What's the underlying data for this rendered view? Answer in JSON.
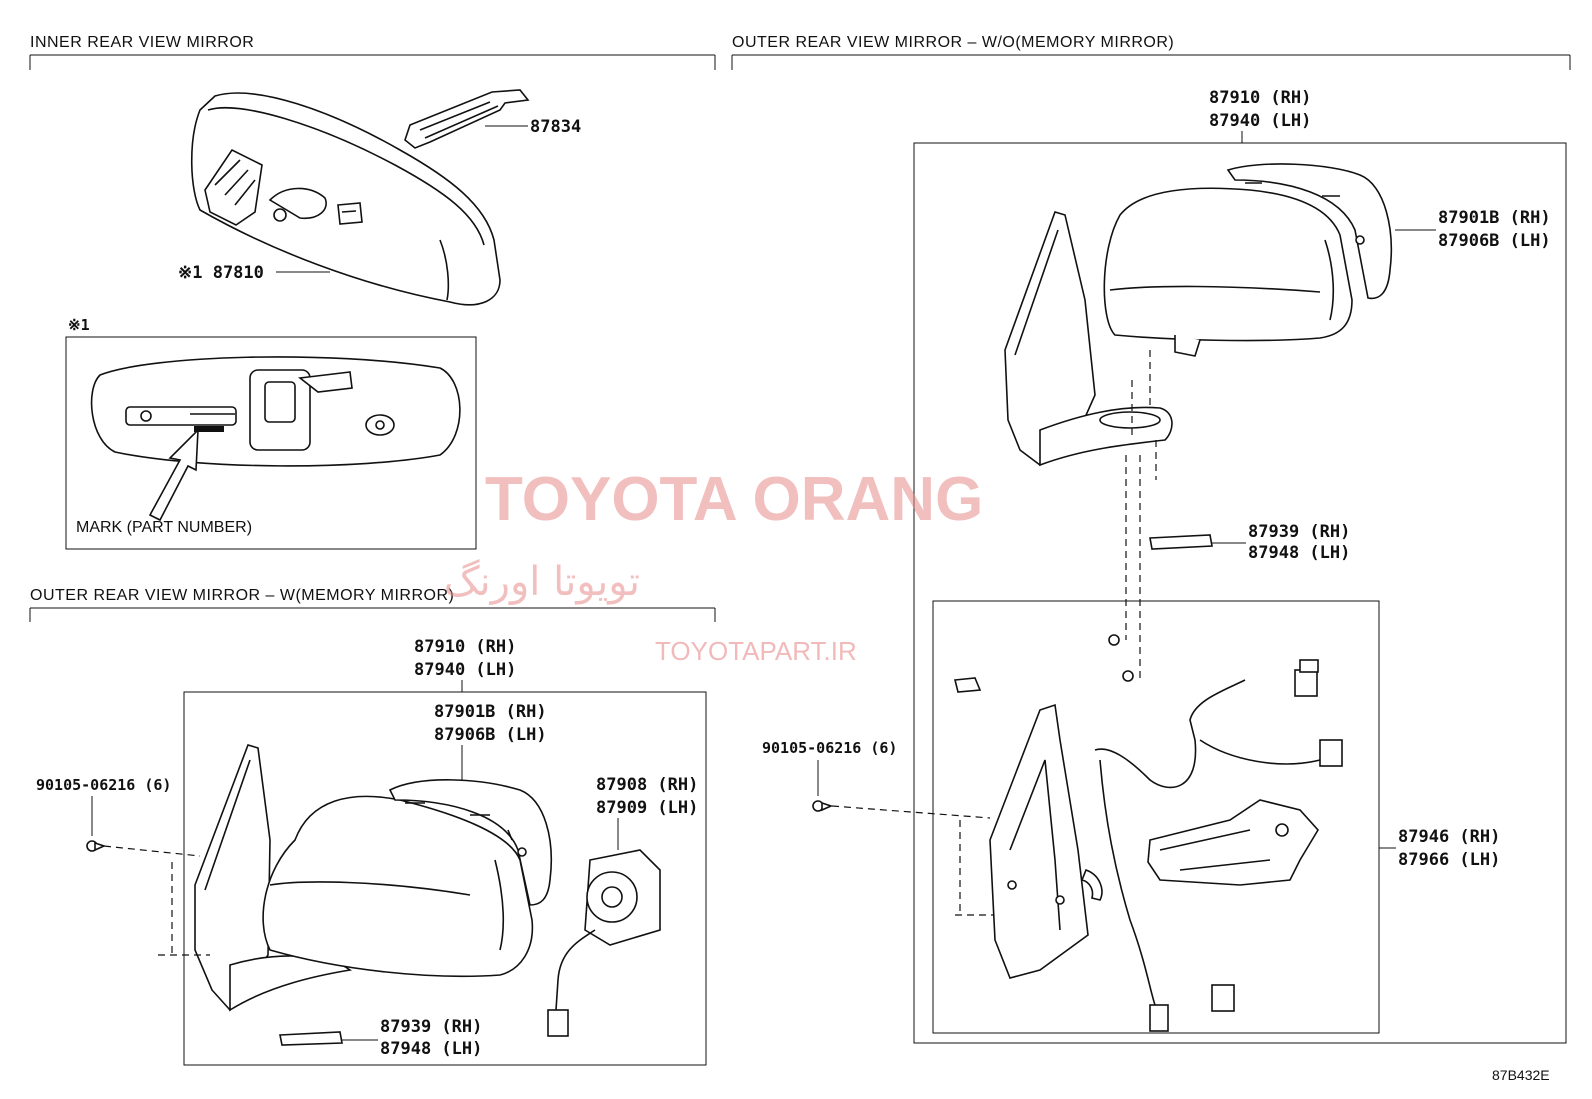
{
  "sections": {
    "inner": {
      "title": "INNER REAR VIEW MIRROR"
    },
    "outer_wo": {
      "title": "OUTER REAR VIEW MIRROR – W/O(MEMORY MIRROR)"
    },
    "outer_w": {
      "title": "OUTER REAR VIEW MIRROR – W(MEMORY MIRROR)"
    }
  },
  "inner_parts": {
    "p87834": "87834",
    "p87810": "※1 87810",
    "detail_ref": "※1",
    "mark_label": "MARK (PART NUMBER)"
  },
  "outer_w_parts": {
    "p87910": "87910 (RH)",
    "p87940": "87940 (LH)",
    "p87901b": "87901B (RH)",
    "p87906b": "87906B (LH)",
    "p87908": "87908 (RH)",
    "p87909": "87909 (LH)",
    "p90105": "90105-06216 (6)",
    "p87939": "87939 (RH)",
    "p87948": "87948 (LH)"
  },
  "outer_wo_parts": {
    "p87910": "87910 (RH)",
    "p87940": "87940 (LH)",
    "p87901b": "87901B (RH)",
    "p87906b": "87906B (LH)",
    "p87939": "87939 (RH)",
    "p87948": "87948 (LH)",
    "p90105": "90105-06216 (6)",
    "p87946": "87946 (RH)",
    "p87966": "87966 (LH)"
  },
  "watermark": {
    "main": "TOYOTA ORANG",
    "persian": "تویوتا اورنگ",
    "url": "TOYOTAPART.IR"
  },
  "reference": "87B432E"
}
